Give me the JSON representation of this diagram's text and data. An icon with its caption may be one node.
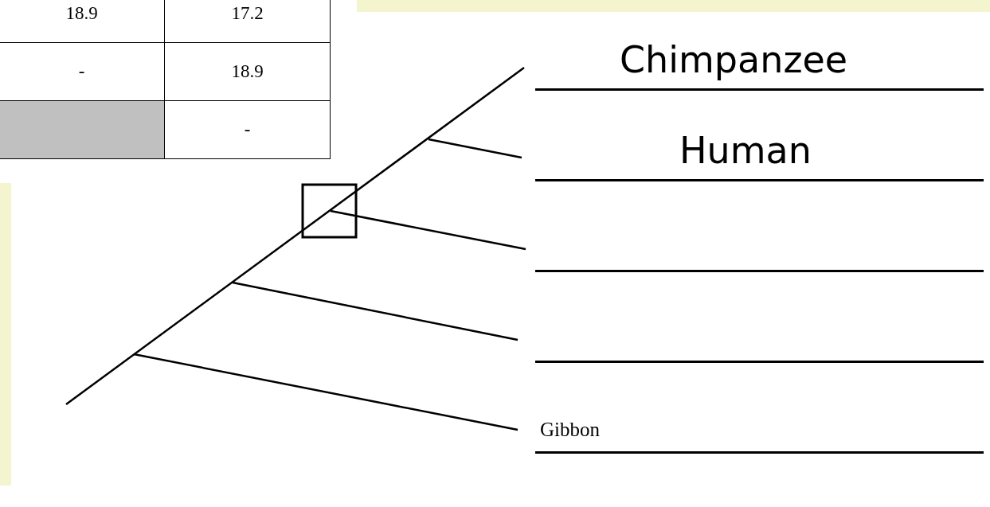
{
  "diagram": {
    "labels": [
      "18.9",
      "17.2",
      "-",
      "18.9",
      "-",
      "Chimpanzee",
      "Human",
      "Gibbon"
    ]
  }
}
